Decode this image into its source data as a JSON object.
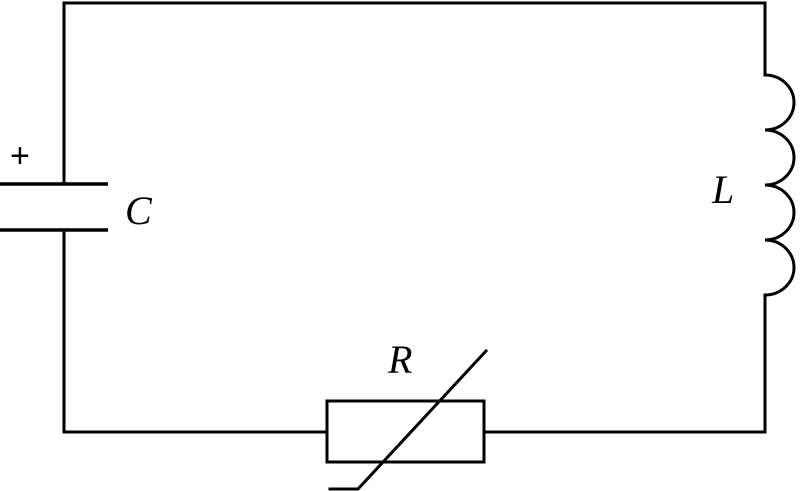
{
  "labels": {
    "capacitor": "C",
    "inductor": "L",
    "resistor": "R",
    "polarity": "+"
  }
}
